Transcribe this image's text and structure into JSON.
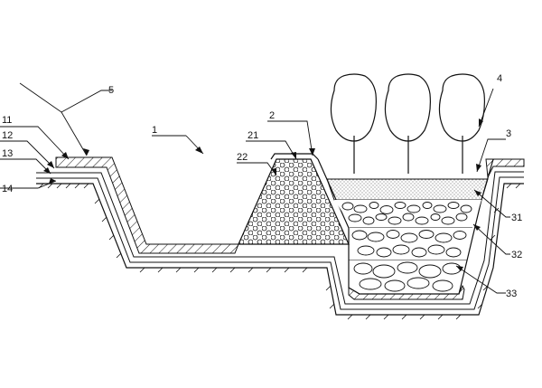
{
  "labels": {
    "l1": "1",
    "l2": "2",
    "l21": "21",
    "l22": "22",
    "l3": "3",
    "l31": "31",
    "l32": "32",
    "l33": "33",
    "l4": "4",
    "l5": "5",
    "l11": "11",
    "l12": "12",
    "l13": "13",
    "l14": "14"
  }
}
